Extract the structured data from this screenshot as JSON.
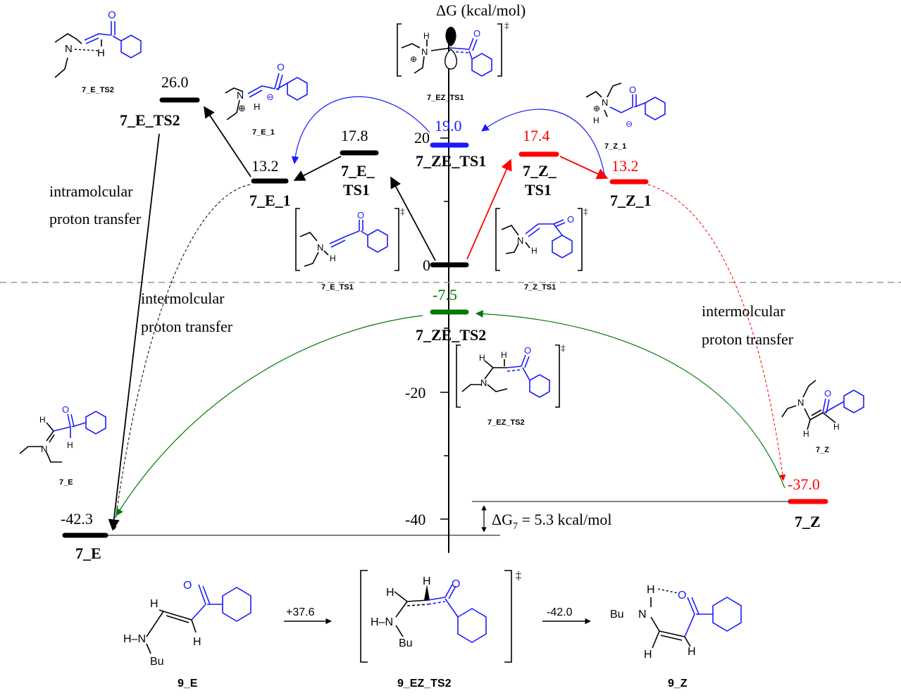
{
  "axis": {
    "title": "ΔG (kcal/mol)",
    "ticks": [
      "20",
      "0",
      "-20",
      "-40"
    ]
  },
  "colors": {
    "black": "#000000",
    "blue": "#1a1aff",
    "red": "#ff0000",
    "green": "#007a00",
    "dashed_gray": "#9a9a9a"
  },
  "levels": {
    "7_E_TS2": {
      "value": "26.0",
      "label": "7_E_TS2"
    },
    "7_E_1": {
      "value": "13.2",
      "label": "7_E_1"
    },
    "7_E_TS1": {
      "value": "17.8",
      "label_line1": "7_E_",
      "label_line2": "TS1"
    },
    "7_ZE_TS1": {
      "value": "19.0",
      "label": "7_ZE_TS1"
    },
    "start": {
      "value": "0"
    },
    "7_Z_TS1": {
      "value": "17.4",
      "label_line1": "7_Z_",
      "label_line2": "TS1"
    },
    "7_Z_1": {
      "value": "13.2",
      "label": "7_Z_1"
    },
    "7_ZE_TS2": {
      "value": "-7.5",
      "label": "7_ZE_TS2"
    },
    "7_E": {
      "value": "-42.3",
      "label": "7_E"
    },
    "7_Z": {
      "value": "-37.0",
      "label": "7_Z"
    }
  },
  "annotations": {
    "intra_line1": "intramolcular",
    "intra_line2": "proton transfer",
    "inter_left_line1": "intermolcular",
    "inter_left_line2": "proton transfer",
    "inter_right_line1": "intermolcular",
    "inter_right_line2": "proton transfer",
    "delta_g_prefix": "ΔG",
    "delta_g_sub": "7",
    "delta_g_suffix": " = 5.3 kcal/mol"
  },
  "structure_labels": {
    "s7_E_TS2": "7_E_TS2",
    "s7_E_1": "7_E_1",
    "s7_EZ_TS1": "7_EZ_TS1",
    "s7_Z_1": "7_Z_1",
    "s7_E_TS1": "7_E_TS1",
    "s7_Z_TS1": "7_Z_TS1",
    "s7_EZ_TS2": "7_EZ_TS2",
    "s7_E": "7_E",
    "s7_Z": "7_Z"
  },
  "bottom_scheme": {
    "c9_E": "9_E",
    "c9_EZ_TS2": "9_EZ_TS2",
    "c9_Z": "9_Z",
    "arrow1_label": "+37.6",
    "arrow2_label": "-42.0"
  },
  "atoms": {
    "H": "H",
    "N": "N",
    "O": "O",
    "Bu": "Bu",
    "plus": "⊕",
    "minus": "⊖",
    "dagger": "‡",
    "H_N": "H–N"
  }
}
